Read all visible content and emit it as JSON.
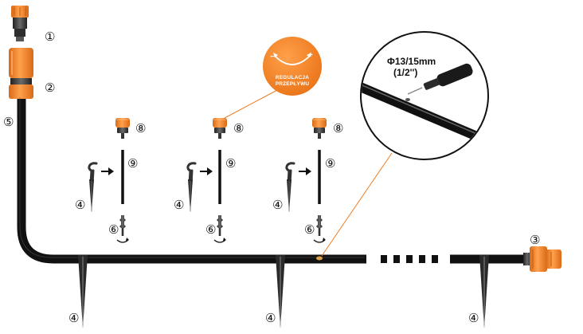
{
  "callout_labels": {
    "flow_regulation_line1": "REGULACJA",
    "flow_regulation_line2": "PRZEPŁYWU",
    "minus": "−",
    "plus": "+",
    "pipe_diameter": "Φ13/15mm",
    "pipe_inch": "(1/2'')"
  },
  "part_numbers": {
    "tap_connector": "①",
    "hose_coupling": "②",
    "end_cap": "③",
    "stake": "④",
    "main_hose": "⑤",
    "barbed_connector": "⑥",
    "dripper": "⑧",
    "micro_tube": "⑨"
  },
  "colors": {
    "accent_orange": "#f07d22",
    "hose_black": "#111111",
    "connector_gray": "#3a3a3a"
  }
}
